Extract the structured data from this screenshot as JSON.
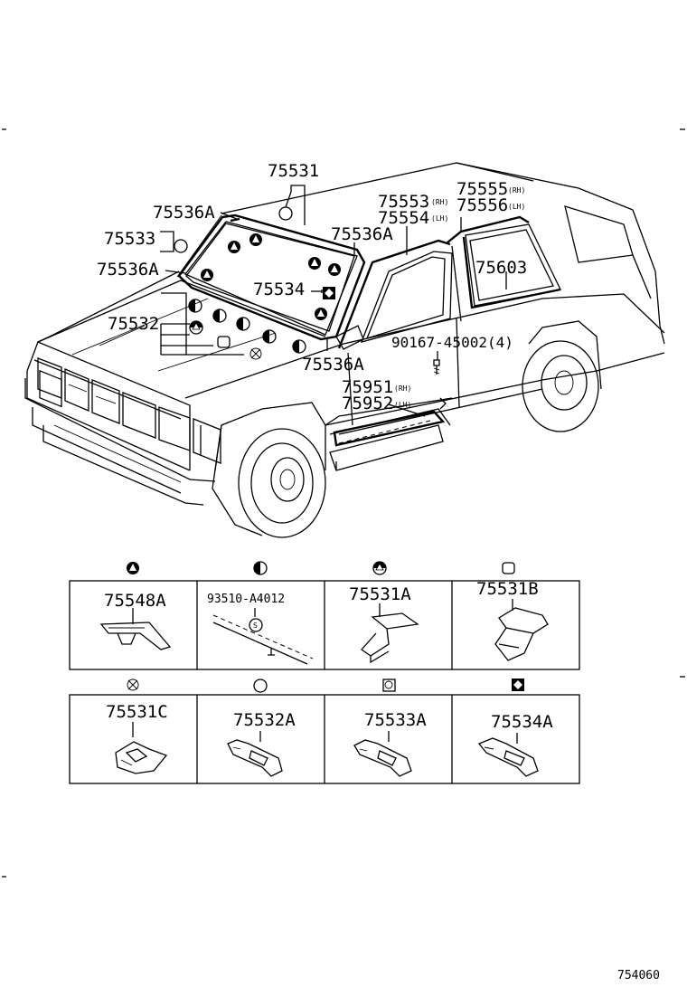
{
  "callouts": {
    "p75531": "75531",
    "p75536A_1": "75536A",
    "p75533": "75533",
    "p75536A_2": "75536A",
    "p75536A_3": "75536A",
    "p75532": "75532",
    "p75534": "75534",
    "p75536A_4": "75536A",
    "p75553": "75553",
    "p75554": "75554",
    "rh_1": "(RH)",
    "lh_1": "(LH)",
    "p75555": "75555",
    "p75556": "75556",
    "rh_2": "(RH)",
    "lh_2": "(LH)",
    "p75603": "75603",
    "p90167": "90167-45002(4)",
    "p75951": "75951",
    "p75952": "75952",
    "rh_3": "(RH)",
    "lh_3": "(LH)"
  },
  "legend": {
    "row1": [
      {
        "part": "75548A",
        "symbol": "filled-circle-triangle"
      },
      {
        "part": "93510-A4012",
        "symbol": "half-filled-circle"
      },
      {
        "part": "75531A",
        "symbol": "triangle-half-circle"
      },
      {
        "part": "75531B",
        "symbol": "rounded-square"
      }
    ],
    "row2": [
      {
        "part": "75531C",
        "symbol": "star-cross"
      },
      {
        "part": "75532A",
        "symbol": "hollow-circle"
      },
      {
        "part": "75533A",
        "symbol": "square-in-circle"
      },
      {
        "part": "75534A",
        "symbol": "filled-square-diamond"
      }
    ]
  },
  "screw_mark": "S",
  "diagram_id": "754060"
}
